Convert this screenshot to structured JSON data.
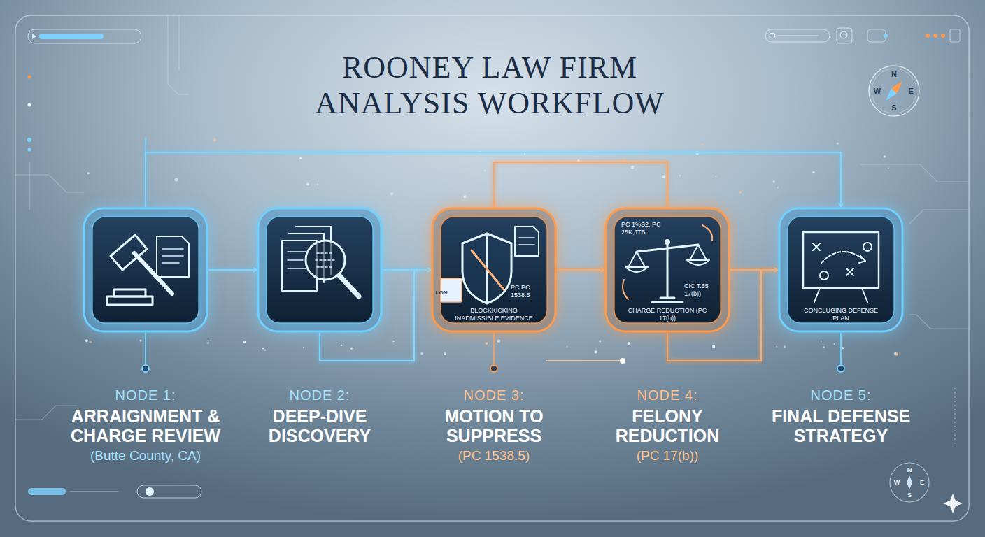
{
  "diagram": {
    "title": "ROONEY LAW FIRM ANALYSIS WORKFLOW",
    "nodes": [
      {
        "text": [
          "NODE 1:",
          "ARRAIGNMENT & CHARGE REVIEW",
          "(Butte County, CA)"
        ]
      },
      {
        "text": [
          "NODE 2:",
          "DEEP-DIVE DISCOVERY"
        ]
      },
      {
        "text": [
          "BLOCKKICKING INADMISSIBLE EVIDENCE",
          "PC PC 1538.5",
          "NODE 3:",
          "MOTION TO SUPPRESS",
          "(PC 1538.5)"
        ]
      },
      {
        "text": [
          "PC 1%S2, PC 25K,JTB",
          "CIC T:65 17(b))",
          "CHARGE REDUCTION (PC 17(b))",
          "NODE 4:",
          "FELONY REDUCTION",
          "(PC 17(b))"
        ]
      },
      {
        "text": [
          "CONCLUGING DEFENSE PLAN",
          "NODE 5:",
          "FINAL DEFENSE STRATEGY"
        ]
      }
    ],
    "edges": [
      {
        "from": 0,
        "to": 1,
        "arrow": "to"
      },
      {
        "from": 1,
        "to": 2,
        "arrow": "to"
      },
      {
        "from": 2,
        "to": 3,
        "arrow": "to"
      },
      {
        "from": 3,
        "to": 4,
        "arrow": "to"
      },
      {
        "from": 0,
        "to": 4,
        "arrow": "to"
      },
      {
        "from": 3,
        "to": 2,
        "arrow": "to"
      },
      {
        "from": 1,
        "to": 2,
        "arrow": "to"
      },
      {
        "from": 3,
        "to": 4,
        "arrow": "to"
      }
    ],
    "labels": [
      "LON",
      "N",
      "E",
      "S",
      "W",
      "N",
      "E",
      "S",
      "W"
    ]
  }
}
